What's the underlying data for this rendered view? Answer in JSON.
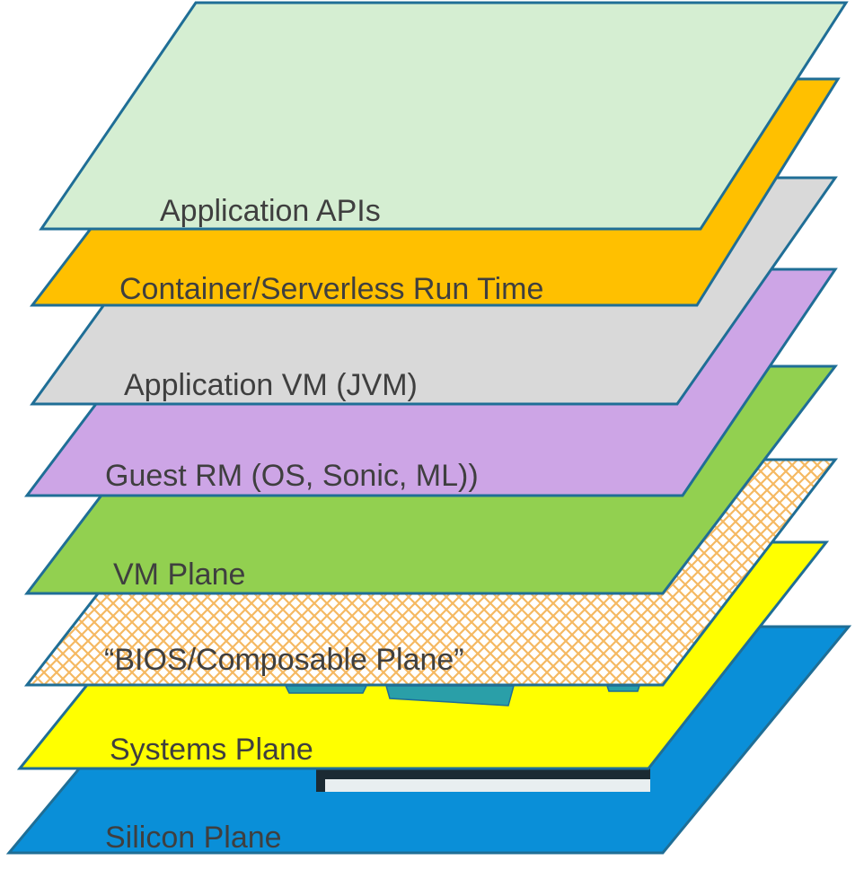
{
  "diagram": {
    "planes": [
      {
        "key": "silicon",
        "label": "Silicon Plane",
        "fill": "#0a8fd8"
      },
      {
        "key": "systems",
        "label": "Systems Plane",
        "fill": "#ffff00"
      },
      {
        "key": "bios",
        "label": "“BIOS/Composable Plane”",
        "fill": "#ffffff",
        "pattern": "orange-crosshatch"
      },
      {
        "key": "vm",
        "label": "VM Plane",
        "fill": "#92d050"
      },
      {
        "key": "guest-rm",
        "label": "Guest RM (OS, Sonic, ML))",
        "fill": "#cda5e6"
      },
      {
        "key": "app-vm",
        "label": "Application VM (JVM)",
        "fill": "#d9d9d9"
      },
      {
        "key": "container",
        "label": "Container/Serverless Run Time",
        "fill": "#ffc000"
      },
      {
        "key": "app-apis",
        "label": "Application APIs",
        "fill": "#d5eed2"
      }
    ],
    "colors": {
      "outline": "#1f6e96",
      "label_text": "#3f3f3f",
      "hatch": "#f5b962"
    }
  }
}
